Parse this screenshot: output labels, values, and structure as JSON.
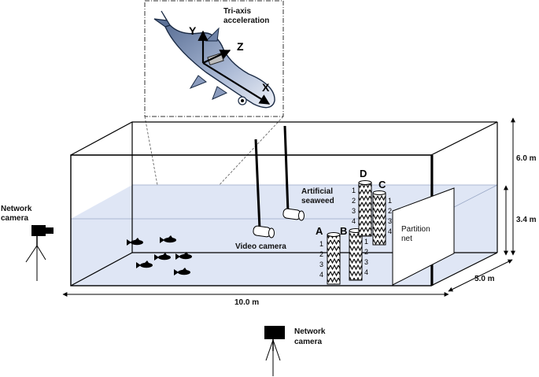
{
  "inset": {
    "title_line1": "Tri-axis",
    "title_line2": "acceleration",
    "axis_x": "X",
    "axis_y": "Y",
    "axis_z": "Z"
  },
  "tank": {
    "width_label": "10.0 m",
    "depth_label": "5.0 m",
    "height_label": "6.0 m",
    "water_label": "3.4 m",
    "water_color": "#dfe6f5"
  },
  "labels": {
    "network_camera_left_1": "Network",
    "network_camera_left_2": "camera",
    "network_camera_bottom_1": "Network",
    "network_camera_bottom_2": "camera",
    "artificial_1": "Artificial",
    "artificial_2": "seaweed",
    "video_camera": "Video camera",
    "partition_1": "Partition",
    "partition_2": "net"
  },
  "seaweed": [
    {
      "letter": "A",
      "levels": [
        "1",
        "2",
        "3",
        "4"
      ]
    },
    {
      "letter": "B",
      "levels": [
        "1",
        "2",
        "3",
        "4"
      ]
    },
    {
      "letter": "C",
      "levels": [
        "1",
        "2",
        "3",
        "4"
      ]
    },
    {
      "letter": "D",
      "levels": [
        "1",
        "2",
        "3",
        "4"
      ]
    }
  ]
}
